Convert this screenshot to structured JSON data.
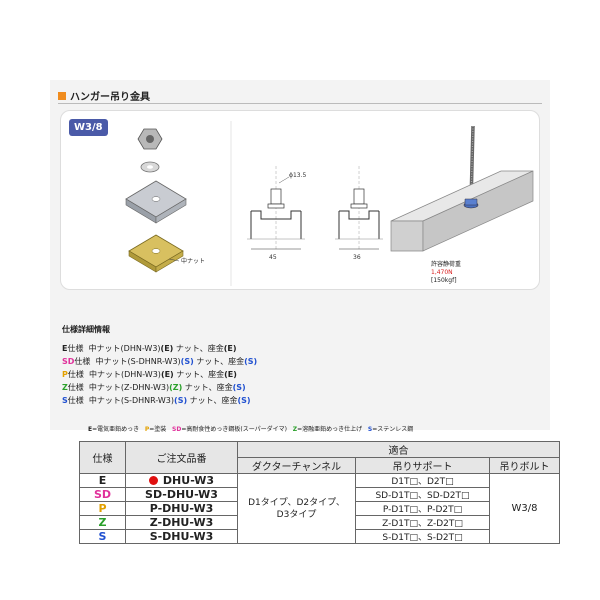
{
  "section": {
    "title": "ハンガー吊り金具"
  },
  "photo": {
    "model_badge": "W3/8",
    "nut_label": "中ナット",
    "dim_hole": "ϕ13.5",
    "dim_width_a": "45",
    "dim_width_b": "36",
    "load_label": "許容静荷重",
    "load_value": "1,470N",
    "load_kgf": "[150kgf]"
  },
  "spec_details": {
    "title": "仕様詳細情報",
    "rows": [
      {
        "code": "E",
        "suffix": "仕様",
        "text_nut": "中ナット(DHN-W3)",
        "nut_mark": "(E)",
        "text_plate": "ナット、座金",
        "plate_mark": "(E)"
      },
      {
        "code": "SD",
        "suffix": "仕様",
        "text_nut": "中ナット(S-DHNR-W3)",
        "nut_mark": "(S)",
        "text_plate": "ナット、座金",
        "plate_mark": "(S)"
      },
      {
        "code": "P",
        "suffix": "仕様",
        "text_nut": "中ナット(DHN-W3)",
        "nut_mark": "(E)",
        "text_plate": "ナット、座金",
        "plate_mark": "(E)"
      },
      {
        "code": "Z",
        "suffix": "仕様",
        "text_nut": "中ナット(Z-DHN-W3)",
        "nut_mark": "(Z)",
        "text_plate": "ナット、座金",
        "plate_mark": "(S)"
      },
      {
        "code": "S",
        "suffix": "仕様",
        "text_nut": "中ナット(S-DHNR-W3)",
        "nut_mark": "(S)",
        "text_plate": "ナット、座金",
        "plate_mark": "(S)"
      }
    ]
  },
  "legend": {
    "e_key": "E",
    "e_text": "=電気亜鉛めっき",
    "p_key": "P",
    "p_text": "=塗装",
    "sd_key": "SD",
    "sd_text": "=高耐食性めっき鋼板(スーパーダイマ)",
    "z_key": "Z",
    "z_text": "=溶融亜鉛めっき仕上げ",
    "s_key": "S",
    "s_text": "=ステンレス鋼"
  },
  "table": {
    "headers": {
      "spec": "仕様",
      "order_no": "ご注文品番",
      "compat": "適合",
      "duct": "ダクターチャンネル",
      "support": "吊りサポート",
      "bolt": "吊りボルト"
    },
    "duct_value_line1": "D1タイプ、D2タイプ、",
    "duct_value_line2": "D3タイプ",
    "bolt_value": "W3/8",
    "rows": [
      {
        "spec": "E",
        "part_no": "DHU-W3",
        "support": "D1T□、D2T□",
        "color": "#222222"
      },
      {
        "spec": "SD",
        "part_no": "SD-DHU-W3",
        "support": "SD-D1T□、SD-D2T□",
        "color": "#e0309b"
      },
      {
        "spec": "P",
        "part_no": "P-DHU-W3",
        "support": "P-D1T□、P-D2T□",
        "color": "#e2a000"
      },
      {
        "spec": "Z",
        "part_no": "Z-DHU-W3",
        "support": "Z-D1T□、Z-D2T□",
        "color": "#2aa02a"
      },
      {
        "spec": "S",
        "part_no": "S-DHU-W3",
        "support": "S-D1T□、S-D2T□",
        "color": "#2050d0"
      }
    ]
  }
}
